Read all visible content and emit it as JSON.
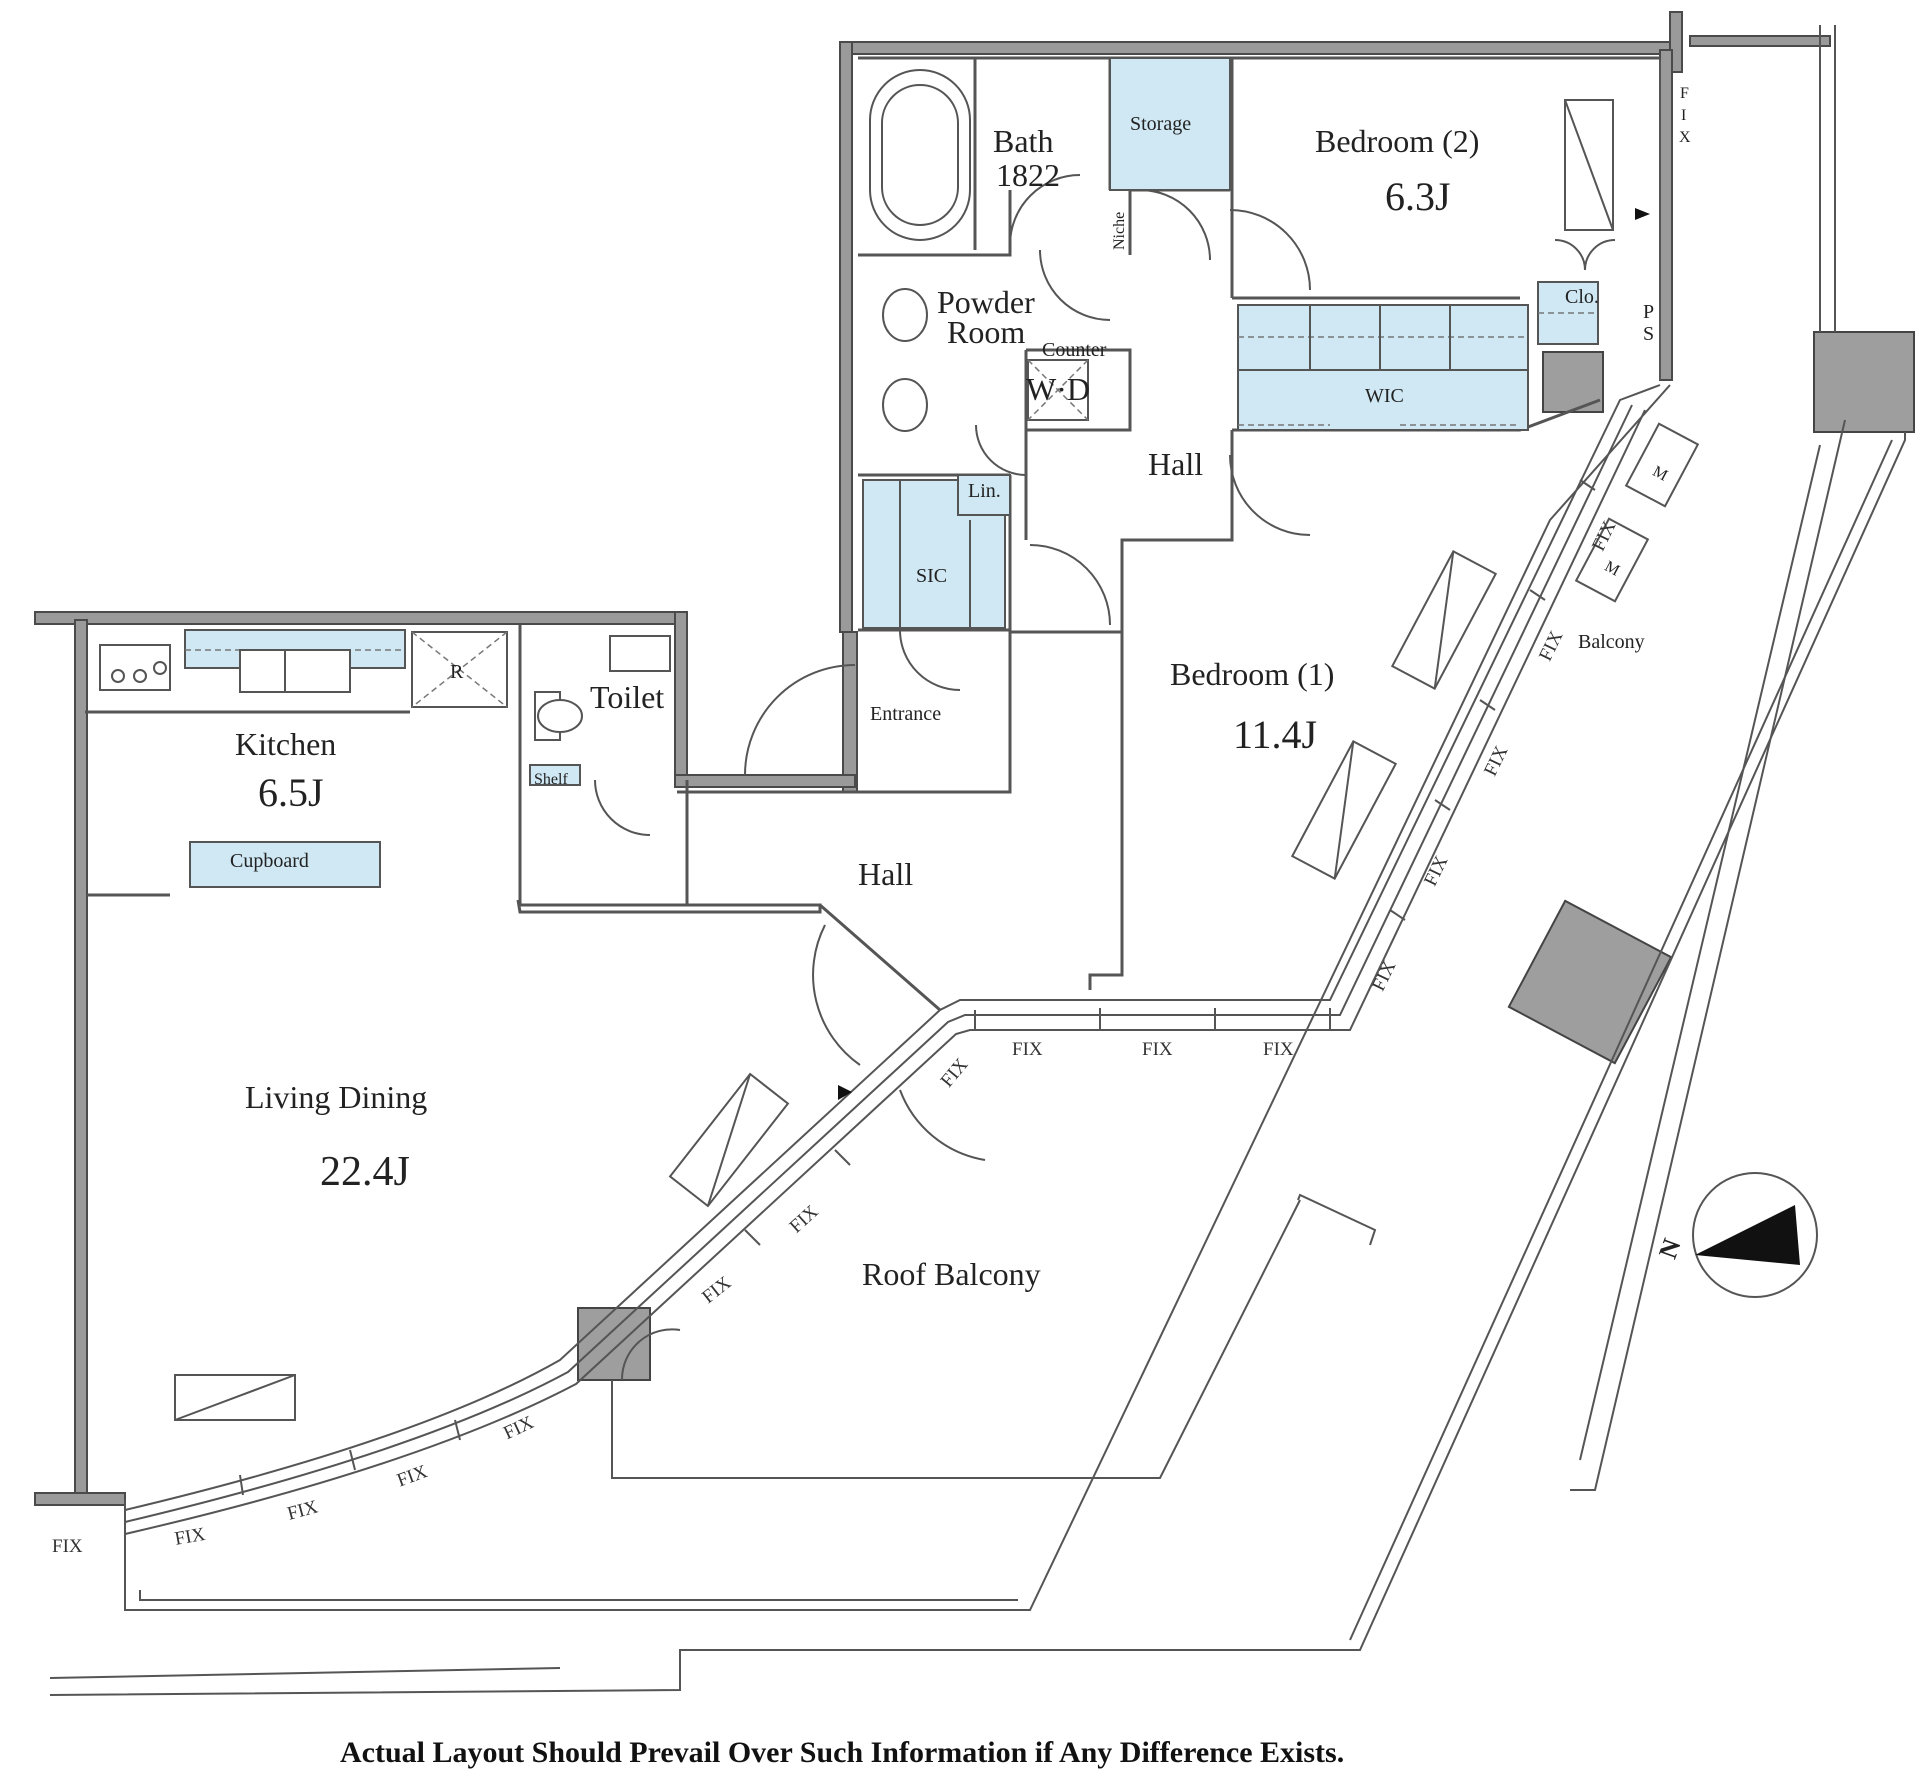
{
  "rooms": {
    "bath": {
      "name": "Bath",
      "size": "1822"
    },
    "storage": {
      "name": "Storage"
    },
    "bedroom2": {
      "name": "Bedroom (2)",
      "size": "6.3J"
    },
    "niche": {
      "name": "Niche"
    },
    "powder": {
      "line1": "Powder",
      "line2": "Room"
    },
    "counter": {
      "name": "Counter"
    },
    "wd": {
      "name": "W·D"
    },
    "clo": {
      "name": "Clo."
    },
    "ps": {
      "line1": "P",
      "line2": "S"
    },
    "wic": {
      "name": "WIC"
    },
    "hall_upper": {
      "name": "Hall"
    },
    "lin": {
      "name": "Lin."
    },
    "sic": {
      "name": "SIC"
    },
    "entrance": {
      "name": "Entrance"
    },
    "toilet": {
      "name": "Toilet"
    },
    "shelf": {
      "name": "Shelf"
    },
    "kitchen": {
      "name": "Kitchen",
      "size": "6.5J"
    },
    "refrigerator": {
      "name": "R"
    },
    "cupboard": {
      "name": "Cupboard"
    },
    "hall_lower": {
      "name": "Hall"
    },
    "bedroom1": {
      "name": "Bedroom (1)",
      "size": "11.4J"
    },
    "balcony": {
      "name": "Balcony"
    },
    "living": {
      "name": "Living Dining",
      "size": "22.4J"
    },
    "roof_balcony": {
      "name": "Roof Balcony"
    },
    "m_unit": {
      "name": "M"
    }
  },
  "fix_label": "FIX",
  "fix_vertical": [
    "F",
    "I",
    "X"
  ],
  "compass": {
    "label": "N"
  },
  "disclaimer": "Actual Layout Should Prevail Over Such Information if Any Difference Exists.",
  "colors": {
    "storage_fill": "#cfe8f3",
    "wall_fill": "#9a9a9a",
    "column_fill": "#9e9e9e",
    "line": "#555555"
  }
}
